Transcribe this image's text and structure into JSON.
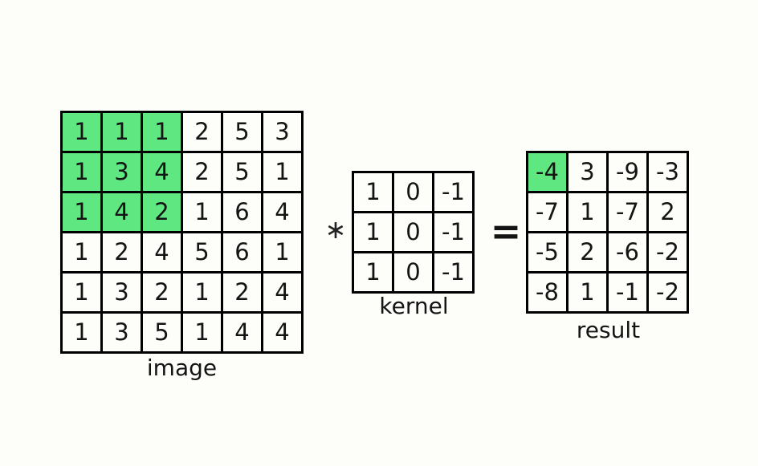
{
  "colors": {
    "highlight": "#5fe882",
    "border": "#000000",
    "background": "#fdfdfa",
    "text": "#141414"
  },
  "operators": {
    "convolution": "∗",
    "equals": "="
  },
  "matrices": {
    "image": {
      "label": "image",
      "values": [
        [
          1,
          1,
          1,
          2,
          5,
          3
        ],
        [
          1,
          3,
          4,
          2,
          5,
          1
        ],
        [
          1,
          4,
          2,
          1,
          6,
          4
        ],
        [
          1,
          2,
          4,
          5,
          6,
          1
        ],
        [
          1,
          3,
          2,
          1,
          2,
          4
        ],
        [
          1,
          3,
          5,
          1,
          4,
          4
        ]
      ],
      "highlighted_cells": [
        [
          0,
          0
        ],
        [
          0,
          1
        ],
        [
          0,
          2
        ],
        [
          1,
          0
        ],
        [
          1,
          1
        ],
        [
          1,
          2
        ],
        [
          2,
          0
        ],
        [
          2,
          1
        ],
        [
          2,
          2
        ]
      ]
    },
    "kernel": {
      "label": "kernel",
      "values": [
        [
          1,
          0,
          -1
        ],
        [
          1,
          0,
          -1
        ],
        [
          1,
          0,
          -1
        ]
      ],
      "highlighted_cells": []
    },
    "result": {
      "label": "result",
      "values": [
        [
          -4,
          3,
          -9,
          -3
        ],
        [
          -7,
          1,
          -7,
          2
        ],
        [
          -5,
          2,
          -6,
          -2
        ],
        [
          -8,
          1,
          -1,
          -2
        ]
      ],
      "highlighted_cells": [
        [
          0,
          0
        ]
      ]
    }
  }
}
